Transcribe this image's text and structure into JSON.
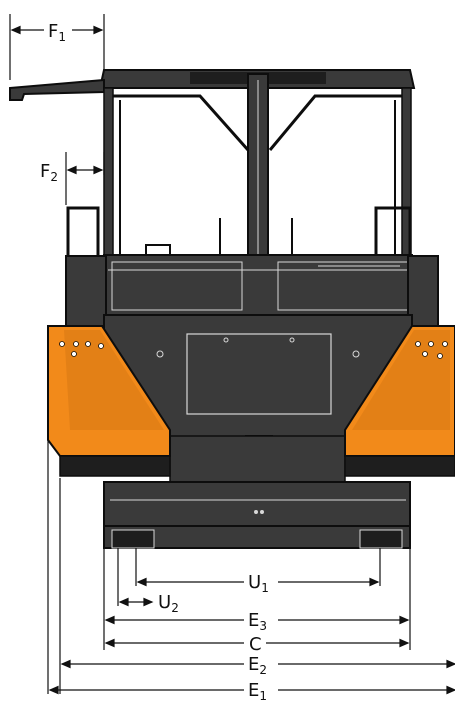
{
  "colors": {
    "body": "#3a3a3a",
    "body_dark": "#1e1e1e",
    "outline": "#0d0d0d",
    "line_light": "#d8d8d8",
    "hopper_orange": "#f28a1a",
    "hopper_shadow": "#c96d10",
    "dimension_line": "#111111",
    "background": "#ffffff"
  },
  "dimensions": [
    {
      "id": "F1",
      "letter": "F",
      "subscript": "1"
    },
    {
      "id": "F2",
      "letter": "F",
      "subscript": "2"
    },
    {
      "id": "U1",
      "letter": "U",
      "subscript": "1"
    },
    {
      "id": "U2",
      "letter": "U",
      "subscript": "2"
    },
    {
      "id": "E3",
      "letter": "E",
      "subscript": "3"
    },
    {
      "id": "C",
      "letter": "C",
      "subscript": ""
    },
    {
      "id": "E2",
      "letter": "E",
      "subscript": "2"
    },
    {
      "id": "E1",
      "letter": "E",
      "subscript": "1"
    }
  ]
}
